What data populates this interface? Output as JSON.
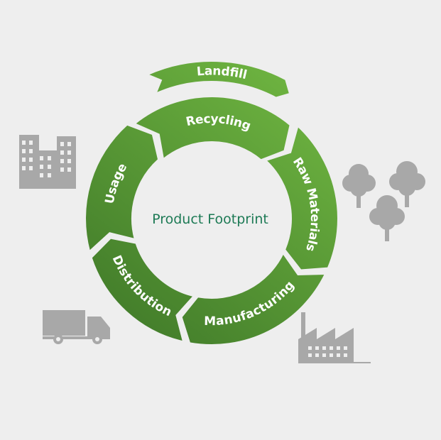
{
  "title": "Product Footprint",
  "colors": {
    "background": "#eeeeee",
    "green_light": "#6fb541",
    "green_dark": "#3e7728",
    "icon_gray": "#a8a8a8",
    "center_text": "#1d7a55"
  },
  "stages": [
    {
      "label": "Usage"
    },
    {
      "label": "Recycling"
    },
    {
      "label": "Raw Materials"
    },
    {
      "label": "Manufacturing"
    },
    {
      "label": "Distribution"
    }
  ],
  "exit_stage": {
    "label": "Landfill"
  },
  "icons": [
    "buildings-icon",
    "trees-icon",
    "truck-icon",
    "factory-icon"
  ]
}
